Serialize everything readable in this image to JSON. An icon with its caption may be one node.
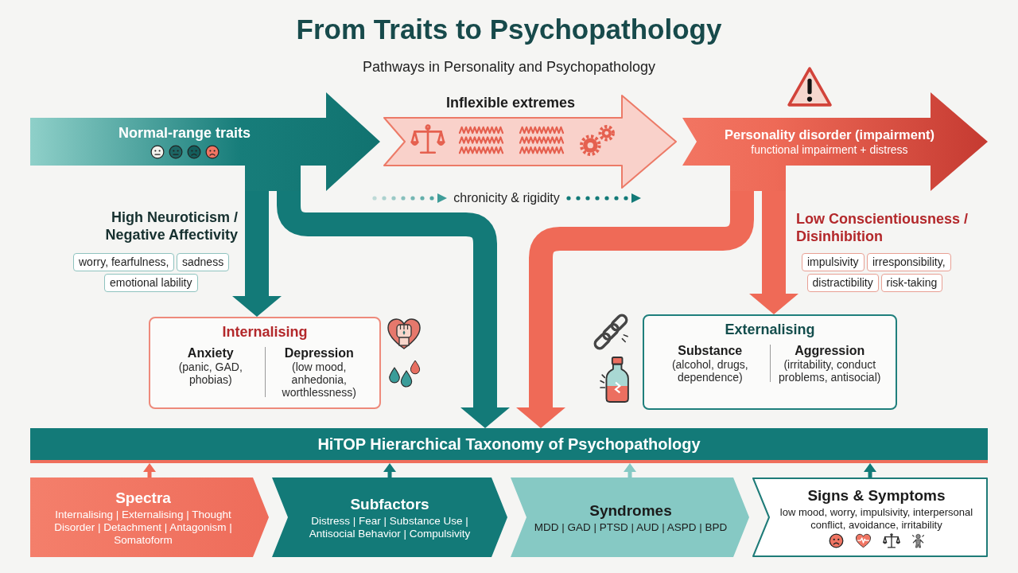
{
  "diagram": {
    "title": "From Traits to Psychopathology",
    "nodes": [
      {
        "text": [
          "Normal-range traits"
        ]
      },
      {
        "text": [
          "Inflexible extremes"
        ],
        "beside": [
          "chronicity & rigidity"
        ]
      },
      {
        "text": [
          "Personality disorder (impairment)",
          "functional impairment + distress"
        ]
      },
      {
        "text": [
          "worry, fearfulness,"
        ]
      },
      {
        "text": [
          "sadness"
        ]
      },
      {
        "text": [
          "emotional lability"
        ]
      },
      {
        "text": [
          "impulsivity"
        ]
      },
      {
        "text": [
          "irresponsibility,"
        ]
      },
      {
        "text": [
          "distractibility"
        ]
      },
      {
        "text": [
          "risk-taking"
        ]
      },
      {
        "text": [
          "Internalising",
          "Anxiety",
          "(panic, GAD, phobias)",
          "Depression",
          "(low mood, anhedonia, worthlessness)"
        ]
      },
      {
        "text": [
          "Externalising",
          "Substance",
          "(alcohol, drugs, dependence)",
          "Aggression",
          "(irritability, conduct problems, antisocial)"
        ]
      },
      {
        "text": [
          "HiTOP Hierarchical Taxonomy of Psychopathology"
        ]
      },
      {
        "text": [
          "Spectra",
          "Internalising | Externalising | Thought Disorder | Detachment | Antagonism | Somatoform"
        ]
      },
      {
        "text": [
          "Subfactors",
          "Distress | Fear | Substance Use | Antisocial Behavior | Compulsivity"
        ]
      },
      {
        "text": [
          "Syndromes",
          "MDD | GAD | PTSD | AUD | ASPD | BPD"
        ]
      },
      {
        "text": [
          "Signs & Symptoms",
          "low mood, worry, impulsivity, interpersonal conflict, avoidance, irritability"
        ]
      }
    ],
    "edges": [
      {
        "from": 0,
        "to": 10,
        "arrow": "to",
        "label": "High Neuroticism / Negative Affectivity",
        "style": "thick"
      },
      {
        "from": 0,
        "to": 12,
        "arrow": "to",
        "style": "thick"
      },
      {
        "from": 2,
        "to": 11,
        "arrow": "to",
        "label": "Low Conscientiousness / Disinhibition",
        "style": "thick",
        "color": "#ef6a57"
      },
      {
        "from": 2,
        "to": 12,
        "arrow": "to",
        "style": "thick",
        "color": "#ef6a57"
      },
      {
        "from": 13,
        "to": 12,
        "arrow": "to",
        "color": "#ef6a57"
      },
      {
        "from": 14,
        "to": 12,
        "arrow": "to"
      },
      {
        "from": 15,
        "to": 12,
        "arrow": "to",
        "color": "#86c9c4"
      },
      {
        "from": 16,
        "to": 12,
        "arrow": "to"
      }
    ],
    "labels": [
      "Pathways in Personality and Psychopathology"
    ]
  }
}
